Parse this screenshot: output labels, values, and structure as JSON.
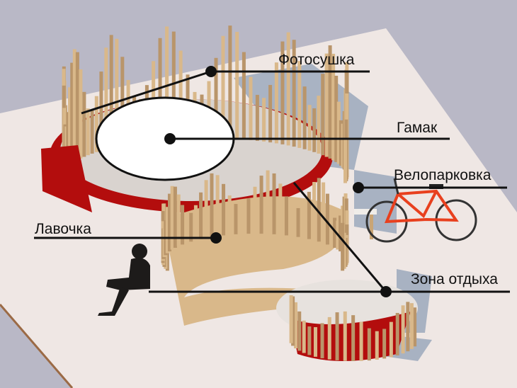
{
  "labels": {
    "photo_drying": "Фотосушка",
    "hammock": "Гамак",
    "bike_parking": "Велопарковка",
    "bench": "Лавочка",
    "rest_zone": "Зона отдыха"
  },
  "colors": {
    "background": "#b9b8c6",
    "platform": "#efe7e4",
    "platform_edge": "#9b6a45",
    "wood": "#d9b88a",
    "wood_dark": "#b9956a",
    "red_seat": "#b30d0d",
    "shadow": "#6f88a8",
    "bike_frame": "#e8401e",
    "silhouette": "#1d1b1a",
    "leader": "#111111",
    "hammock_fill": "#ffffff"
  },
  "icons": {
    "person": "seated-person-silhouette",
    "bicycle": "bicycle-icon"
  }
}
